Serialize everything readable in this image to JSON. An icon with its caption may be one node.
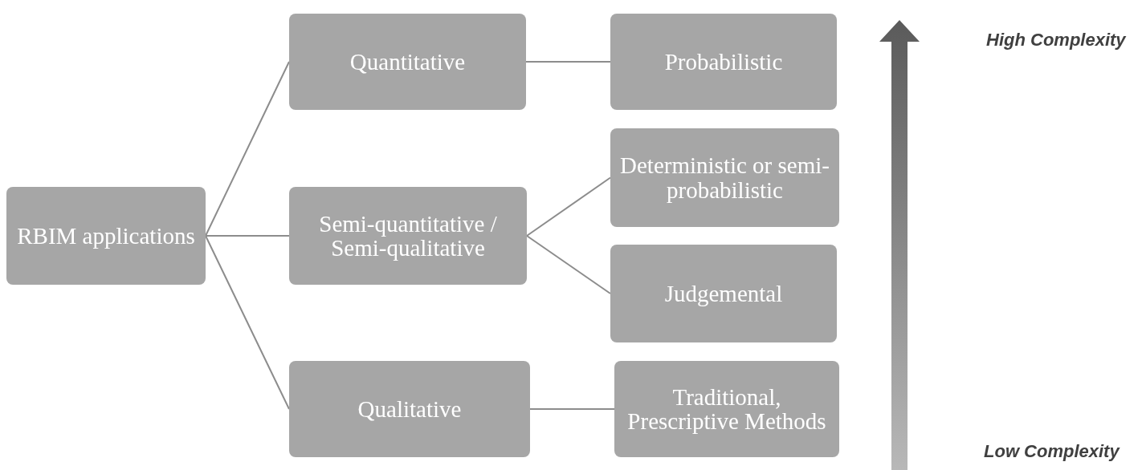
{
  "diagram": {
    "nodes": [
      {
        "text": [
          "RBIM applications"
        ]
      },
      {
        "text": [
          "Quantitative"
        ]
      },
      {
        "text": [
          "Semi-quantitative / Semi-qualitative"
        ]
      },
      {
        "text": [
          "Qualitative"
        ]
      },
      {
        "text": [
          "Probabilistic"
        ]
      },
      {
        "text": [
          "Deterministic or semi-probabilistic"
        ]
      },
      {
        "text": [
          "Judgemental"
        ]
      },
      {
        "text": [
          "Traditional, Prescriptive Methods"
        ]
      }
    ],
    "edges": [
      {
        "from": 0,
        "to": 1,
        "arrow": "none"
      },
      {
        "from": 0,
        "to": 2,
        "arrow": "none"
      },
      {
        "from": 0,
        "to": 3,
        "arrow": "none"
      },
      {
        "from": 1,
        "to": 4,
        "arrow": "none"
      },
      {
        "from": 2,
        "to": 5,
        "arrow": "none"
      },
      {
        "from": 2,
        "to": 6,
        "arrow": "none"
      },
      {
        "from": 3,
        "to": 7,
        "arrow": "none"
      }
    ],
    "labels": [
      "High Complexity",
      "Low Complexity"
    ]
  }
}
